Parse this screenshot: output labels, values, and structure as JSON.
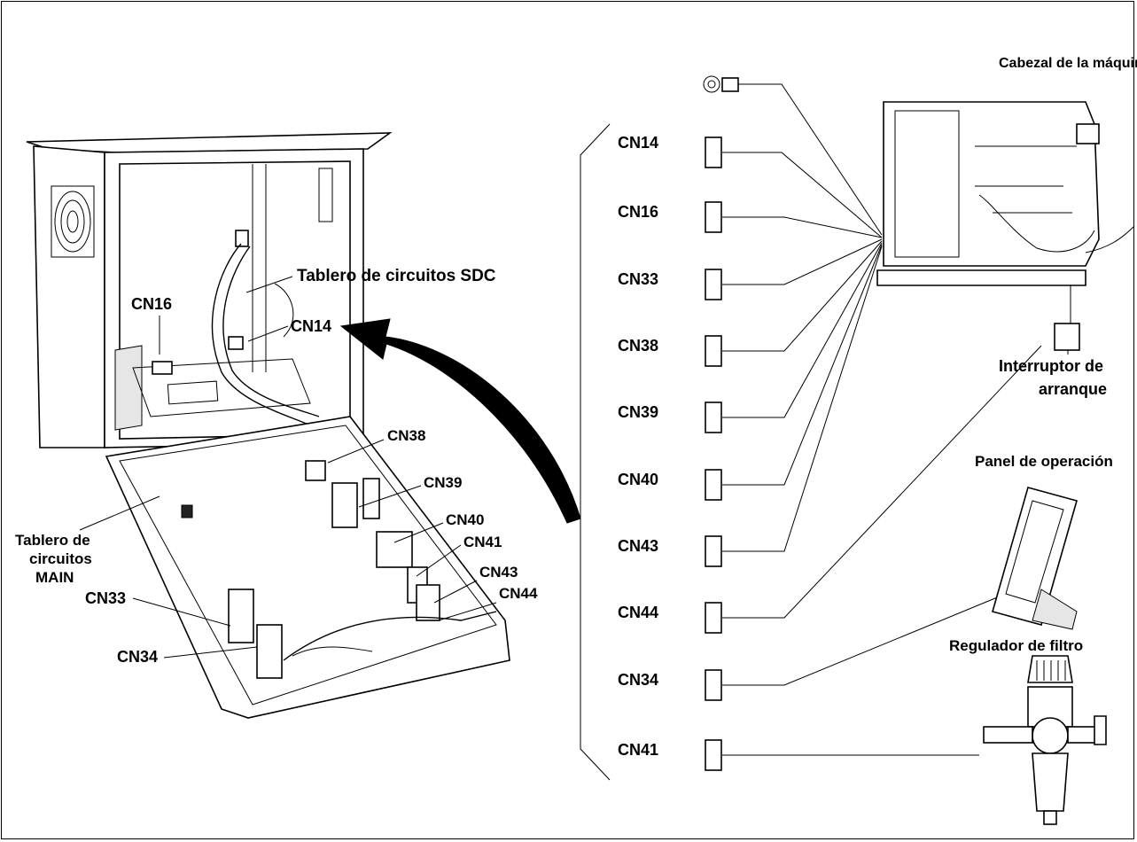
{
  "left_labels": {
    "sdc_board": "Tablero de circuitos SDC",
    "cn16": "CN16",
    "cn14": "CN14",
    "cn38": "CN38",
    "cn39": "CN39",
    "cn40": "CN40",
    "cn41": "CN41",
    "cn43": "CN43",
    "cn44": "CN44",
    "main_board_line1": "Tablero de",
    "main_board_line2": "circuitos",
    "main_board_line3": "MAIN",
    "cn33": "CN33",
    "cn34": "CN34"
  },
  "connector_labels": [
    "CN14",
    "CN16",
    "CN33",
    "CN38",
    "CN39",
    "CN40",
    "CN43",
    "CN44",
    "CN34",
    "CN41"
  ],
  "device_labels": {
    "head": "Cabezal de la máquina de coser",
    "start_switch_line1": "Interruptor de",
    "start_switch_line2": "arranque",
    "operation_panel": "Panel de operación",
    "filter_regulator": "Regulador de filtro"
  }
}
